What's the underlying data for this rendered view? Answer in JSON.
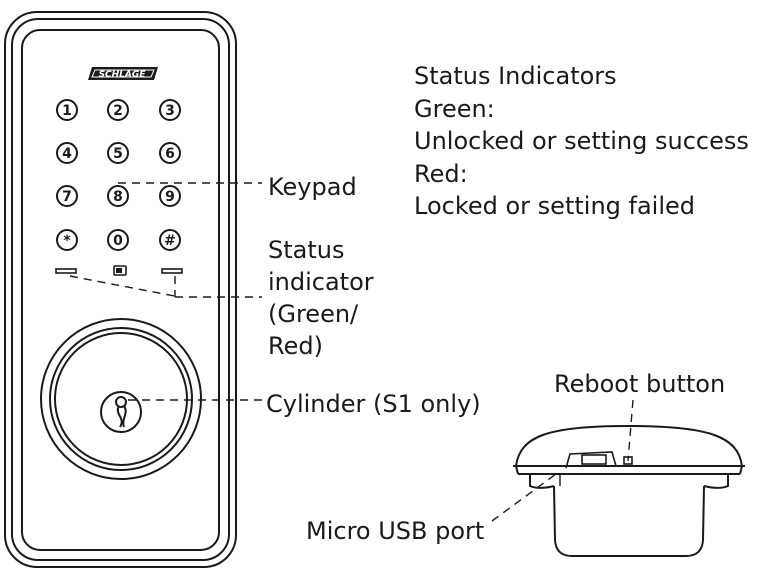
{
  "brand": "SCHLAGE",
  "keys": [
    "1",
    "2",
    "3",
    "4",
    "5",
    "6",
    "7",
    "8",
    "9",
    "*",
    "0",
    "#"
  ],
  "status_indicators": {
    "title": "Status Indicators",
    "lines": [
      "Green:",
      "Unlocked or setting success",
      "Red:",
      "Locked or setting failed"
    ]
  },
  "callouts": {
    "keypad": "Keypad",
    "status_indicator": [
      "Status",
      "indicator",
      "(Green/",
      "Red)"
    ],
    "cylinder": "Cylinder (S1 only)",
    "reboot_button": "Reboot button",
    "micro_usb_port": "Micro USB port"
  },
  "colors": {
    "line": "#1a1a1a",
    "background": "#ffffff"
  }
}
